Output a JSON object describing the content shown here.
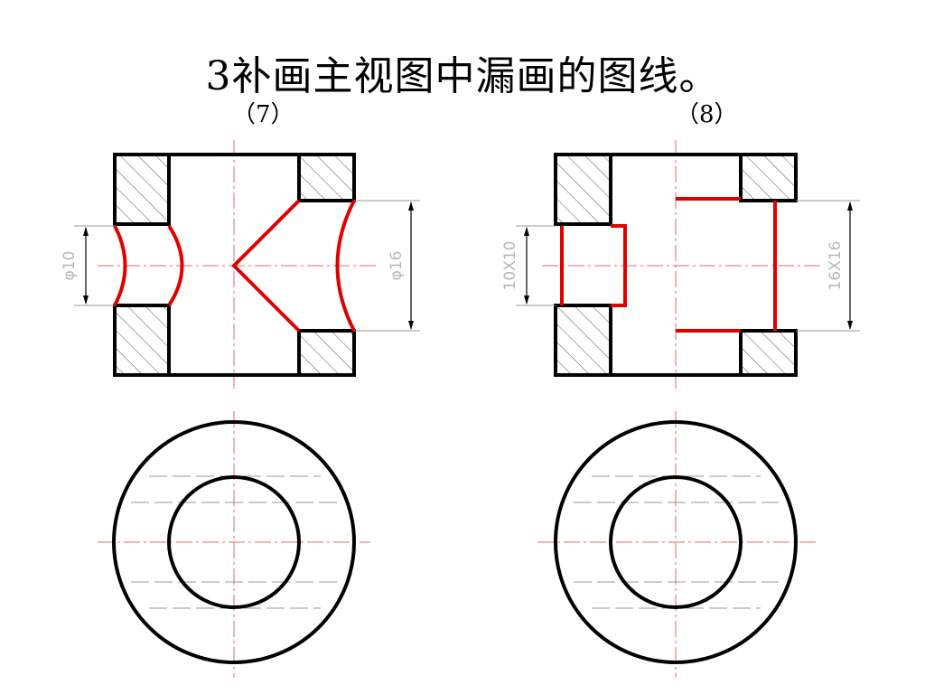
{
  "title": "3补画主视图中漏画的图线。",
  "problems": [
    {
      "label": "（7）",
      "dimension_left": "φ10",
      "dimension_right": "φ16"
    },
    {
      "label": "（8）",
      "dimension_left": "10X10",
      "dimension_right": "16X16"
    }
  ],
  "colors": {
    "outline": "#000000",
    "added_lines": "#e00000",
    "centerline": "#e66a6a",
    "dimension": "#b8b8b8",
    "hatch": "#444444"
  }
}
